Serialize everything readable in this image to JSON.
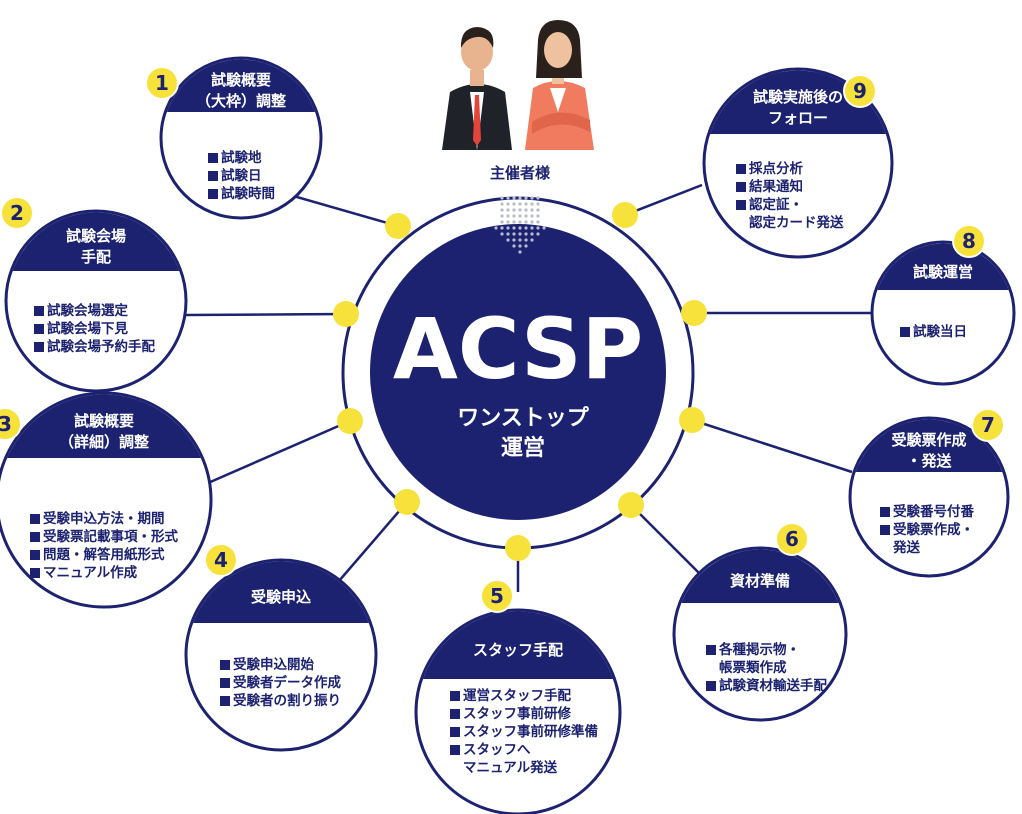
{
  "colors": {
    "navy": "#1c2270",
    "yellow": "#f6e23b",
    "white": "#ffffff"
  },
  "organizer": {
    "label": "主催者様",
    "icon": "organizer-people-icon"
  },
  "center": {
    "logo": "ACSP",
    "title_line1": "ワンストップ",
    "title_line2": "運営"
  },
  "nodes": [
    {
      "number": "1",
      "title": [
        "試験概要",
        "（大枠）調整"
      ],
      "items": [
        [
          "試験地"
        ],
        [
          "試験日"
        ],
        [
          "試験時間"
        ]
      ]
    },
    {
      "number": "2",
      "title": [
        "試験会場",
        "手配"
      ],
      "items": [
        [
          "試験会場選定"
        ],
        [
          "試験会場下見"
        ],
        [
          "試験会場予約手配"
        ]
      ]
    },
    {
      "number": "3",
      "title": [
        "試験概要",
        "（詳細）調整"
      ],
      "items": [
        [
          "受験申込方法・期間"
        ],
        [
          "受験票記載事項・形式"
        ],
        [
          "問題・解答用紙形式"
        ],
        [
          "マニュアル作成"
        ]
      ]
    },
    {
      "number": "4",
      "title": [
        "受験申込"
      ],
      "items": [
        [
          "受験申込開始"
        ],
        [
          "受験者データ作成"
        ],
        [
          "受験者の割り振り"
        ]
      ]
    },
    {
      "number": "5",
      "title": [
        "スタッフ手配"
      ],
      "items": [
        [
          "運営スタッフ手配"
        ],
        [
          "スタッフ事前研修"
        ],
        [
          "スタッフ事前研修準備"
        ],
        [
          "スタッフへ",
          "マニュアル発送"
        ]
      ]
    },
    {
      "number": "6",
      "title": [
        "資材準備"
      ],
      "items": [
        [
          "各種掲示物・",
          "帳票類作成"
        ],
        [
          "試験資材輸送手配"
        ]
      ]
    },
    {
      "number": "7",
      "title": [
        "受験票作成",
        "・発送"
      ],
      "items": [
        [
          "受験番号付番"
        ],
        [
          "受験票作成・",
          "発送"
        ]
      ]
    },
    {
      "number": "8",
      "title": [
        "試験運営"
      ],
      "items": [
        [
          "試験当日"
        ]
      ]
    },
    {
      "number": "9",
      "title": [
        "試験実施後の",
        "フォロー"
      ],
      "items": [
        [
          "採点分析"
        ],
        [
          "結果通知"
        ],
        [
          "認定証・",
          "認定カード発送"
        ]
      ]
    }
  ]
}
